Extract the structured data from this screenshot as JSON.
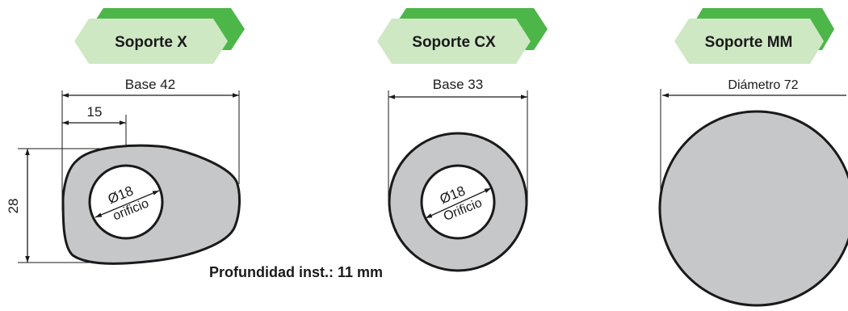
{
  "colors": {
    "badge_front": "#cfe8c4",
    "badge_back": "#4cb649",
    "part_fill": "#c6c7c9",
    "hole_fill": "#ffffff",
    "stroke": "#1a1a1a"
  },
  "mount_x": {
    "badge": "Soporte X",
    "base_label": "Base 42",
    "offset_label": "15",
    "height_label": "28",
    "hole_dia": "Ø18",
    "hole_word": "orificio"
  },
  "mount_cx": {
    "badge": "Soporte CX",
    "base_label": "Base 33",
    "hole_dia": "Ø18",
    "hole_word": "Orificio"
  },
  "mount_mm": {
    "badge": "Soporte MM",
    "diameter_label": "Diámetro 72"
  },
  "note": "Profundidad inst.: 11 mm"
}
